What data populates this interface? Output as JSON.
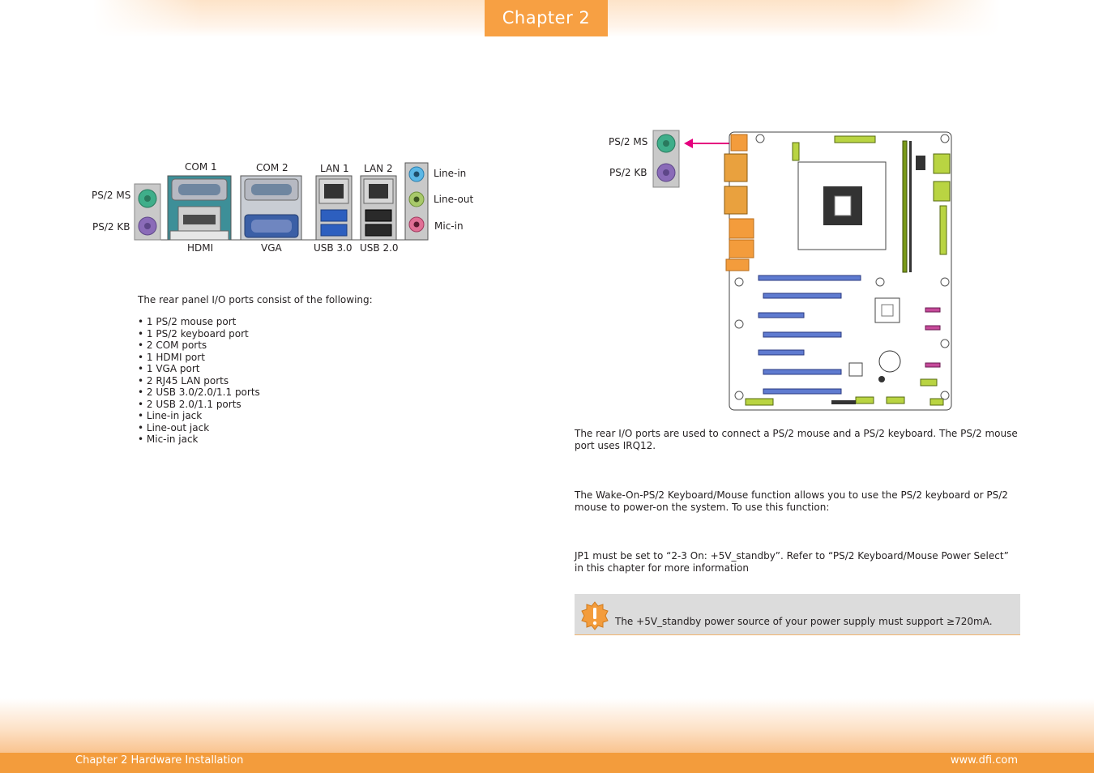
{
  "header": {
    "chapter_tab": "Chapter 2"
  },
  "rear_panel": {
    "labels": {
      "com1": "COM 1",
      "com2": "COM 2",
      "lan1": "LAN 1",
      "lan2": "LAN 2",
      "line_in": "Line-in",
      "line_out": "Line-out",
      "mic_in": "Mic-in",
      "ps2_ms": "PS/2 MS",
      "ps2_kb": "PS/2 KB",
      "hdmi": "HDMI",
      "vga": "VGA",
      "usb30": "USB 3.0",
      "usb20": "USB 2.0"
    },
    "intro": "The rear panel I/O ports consist of the following:",
    "ports": [
      "• 1 PS/2 mouse port",
      "• 1 PS/2 keyboard port",
      "• 2 COM ports",
      "• 1 HDMI port",
      "• 1 VGA port",
      "• 2 RJ45 LAN ports",
      "• 2 USB 3.0/2.0/1.1 ports",
      "• 2 USB 2.0/1.1 ports",
      "• Line-in jack",
      "• Line-out jack",
      "• Mic-in jack"
    ]
  },
  "ps2_section": {
    "labels": {
      "ps2_ms": "PS/2 MS",
      "ps2_kb": "PS/2 KB"
    },
    "para1": "The rear I/O ports are used to connect a PS/2 mouse and a PS/2 keyboard. The PS/2 mouse port uses IRQ12.",
    "para2": "The Wake-On-PS/2 Keyboard/Mouse function allows you to use the PS/2 keyboard or PS/2 mouse to power-on the system. To use this function:",
    "para3": "JP1 must be set to “2-3 On: +5V_standby”. Refer to “PS/2 Keyboard/Mouse Power Select” in this chapter for more information",
    "note": "The +5V_standby power source of your power supply must support ≥720mA."
  },
  "footer": {
    "left": "Chapter 2 Hardware Installation",
    "right": "www.dfi.com"
  },
  "colors": {
    "accent": "#f7a043",
    "ps2_mouse": "#3fae8a",
    "ps2_keyboard": "#8a6bb8",
    "arrow": "#e5007e"
  }
}
